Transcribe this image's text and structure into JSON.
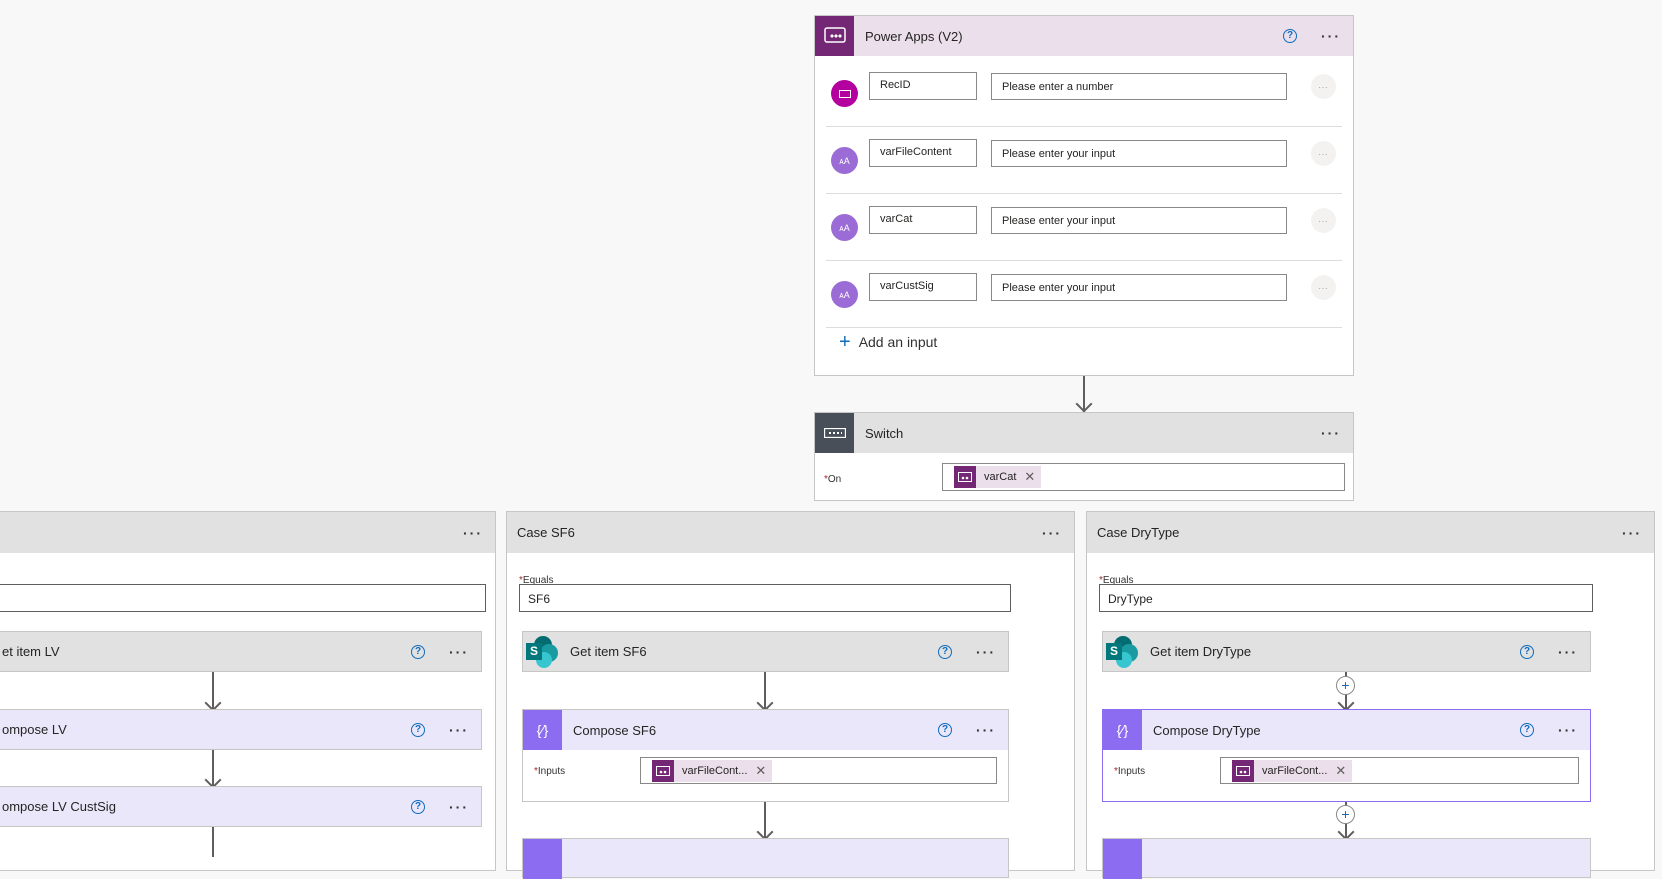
{
  "colors": {
    "powerapps": "#742774",
    "powerapps_header_bg": "#ebdfeb",
    "switch_icon_bg": "#484f58",
    "control_header_bg": "#e1e1e2",
    "compose_icon_bg": "#8c6cf0",
    "compose_header_bg": "#ebe7fb",
    "accent": "#0f6cbd",
    "number_avatar": "#b4009e",
    "text_avatar": "#9b6bd6"
  },
  "trigger": {
    "title": "Power Apps (V2)",
    "icon": "powerapps-icon",
    "params": [
      {
        "type": "number",
        "icon": "number-icon",
        "name": "RecID",
        "placeholder": "Please enter a number",
        "more": "..."
      },
      {
        "type": "text",
        "icon": "text-icon",
        "name": "varFileContent",
        "placeholder": "Please enter your input",
        "more": "..."
      },
      {
        "type": "text",
        "icon": "text-icon",
        "name": "varCat",
        "placeholder": "Please enter your input",
        "more": "..."
      },
      {
        "type": "text",
        "icon": "text-icon",
        "name": "varCustSig",
        "placeholder": "Please enter your input",
        "more": "..."
      }
    ],
    "add_input_label": "Add an input",
    "help": "?",
    "more": "···"
  },
  "switch": {
    "title": "Switch",
    "on_label": "On",
    "on_required": "*",
    "on_token": "varCat",
    "more": "···"
  },
  "cases": [
    {
      "title": "",
      "equals_label": "",
      "equals_value": "",
      "more": "···",
      "actions": [
        {
          "title": "et item LV",
          "kind": "sharepoint"
        },
        {
          "title": "ompose LV",
          "kind": "compose"
        },
        {
          "title": "ompose LV CustSig",
          "kind": "compose"
        }
      ]
    },
    {
      "title": "Case SF6",
      "equals_label": "Equals",
      "equals_value": "SF6",
      "more": "···",
      "actions": [
        {
          "title": "Get item SF6",
          "kind": "sharepoint"
        },
        {
          "title": "Compose SF6",
          "kind": "compose",
          "inputs_label": "Inputs",
          "token": "varFileCont..."
        }
      ]
    },
    {
      "title": "Case DryType",
      "equals_label": "Equals",
      "equals_value": "DryType",
      "more": "···",
      "actions": [
        {
          "title": "Get item DryType",
          "kind": "sharepoint"
        },
        {
          "title": "Compose DryType",
          "kind": "compose",
          "inputs_label": "Inputs",
          "token": "varFileCont..."
        }
      ]
    }
  ],
  "common": {
    "required_mark": "*",
    "help": "?",
    "more": "···",
    "token_close": "✕",
    "plus": "+",
    "sp_letter": "S"
  }
}
